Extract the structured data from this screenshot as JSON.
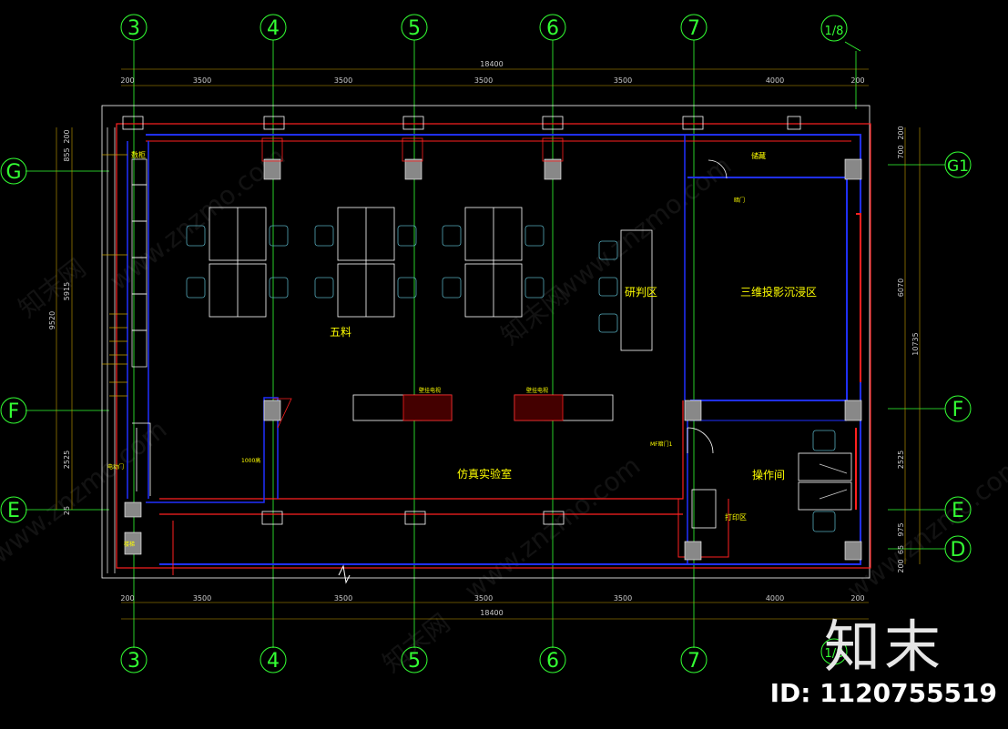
{
  "grid": {
    "columns": [
      "3",
      "4",
      "5",
      "6",
      "7",
      "1/8"
    ],
    "rows": [
      "G",
      "F",
      "E",
      "G1",
      "F",
      "E",
      "D"
    ]
  },
  "dimensions": {
    "top_total": "18400",
    "top_segments": [
      "200",
      "3500",
      "3500",
      "3500",
      "3500",
      "4000",
      "200"
    ],
    "bottom_total": "18400",
    "bottom_segments": [
      "200",
      "3500",
      "3500",
      "3500",
      "3500",
      "4000",
      "200"
    ],
    "left": [
      "200",
      "855",
      "5915",
      "9520",
      "2525",
      "25"
    ],
    "right": [
      "700",
      "200",
      "6070",
      "10735",
      "2525",
      "975",
      "65",
      "200"
    ]
  },
  "rooms": {
    "cabinet": "数柜",
    "wuliao": "五料",
    "research": "研判区",
    "immersion": "三维投影沉浸区",
    "storage": "储藏",
    "sim_lab": "仿真实验室",
    "operation": "操作间",
    "print": "打印区",
    "tv1": "壁挂电视",
    "tv2": "壁挂电视",
    "door_label": "暗门",
    "door2_label": "MF暗门1",
    "door3_label": "电动门",
    "stair_label": "楼梯",
    "wall_note": "1000高"
  },
  "watermark": {
    "brand": "知末",
    "id": "ID: 1120755519",
    "site": "www.znzmo.com",
    "cn": "知末网"
  },
  "colors": {
    "background": "#000000",
    "grid_line": "#33ff33",
    "wall_red": "#ff2020",
    "wall_blue": "#2030ff",
    "furniture": "#ffffff",
    "label": "#ffff00"
  }
}
